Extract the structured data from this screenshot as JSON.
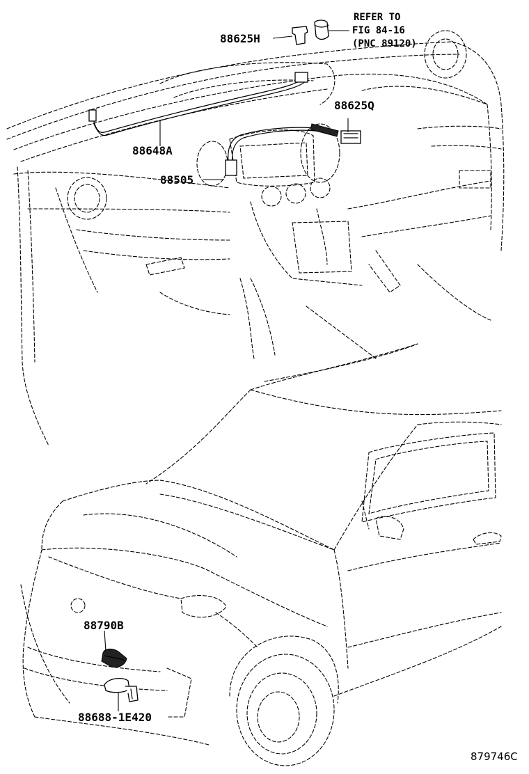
{
  "labels": {
    "p88625H": "88625H",
    "p88625Q": "88625Q",
    "p88648A": "88648A",
    "p88505": "88505",
    "p88790B": "88790B",
    "p88688": "88688-1E420"
  },
  "reference": {
    "line1": "REFER TO",
    "line2": "FIG 84-16",
    "line3": "(PNC 89120)"
  },
  "figure_id": "879746C"
}
